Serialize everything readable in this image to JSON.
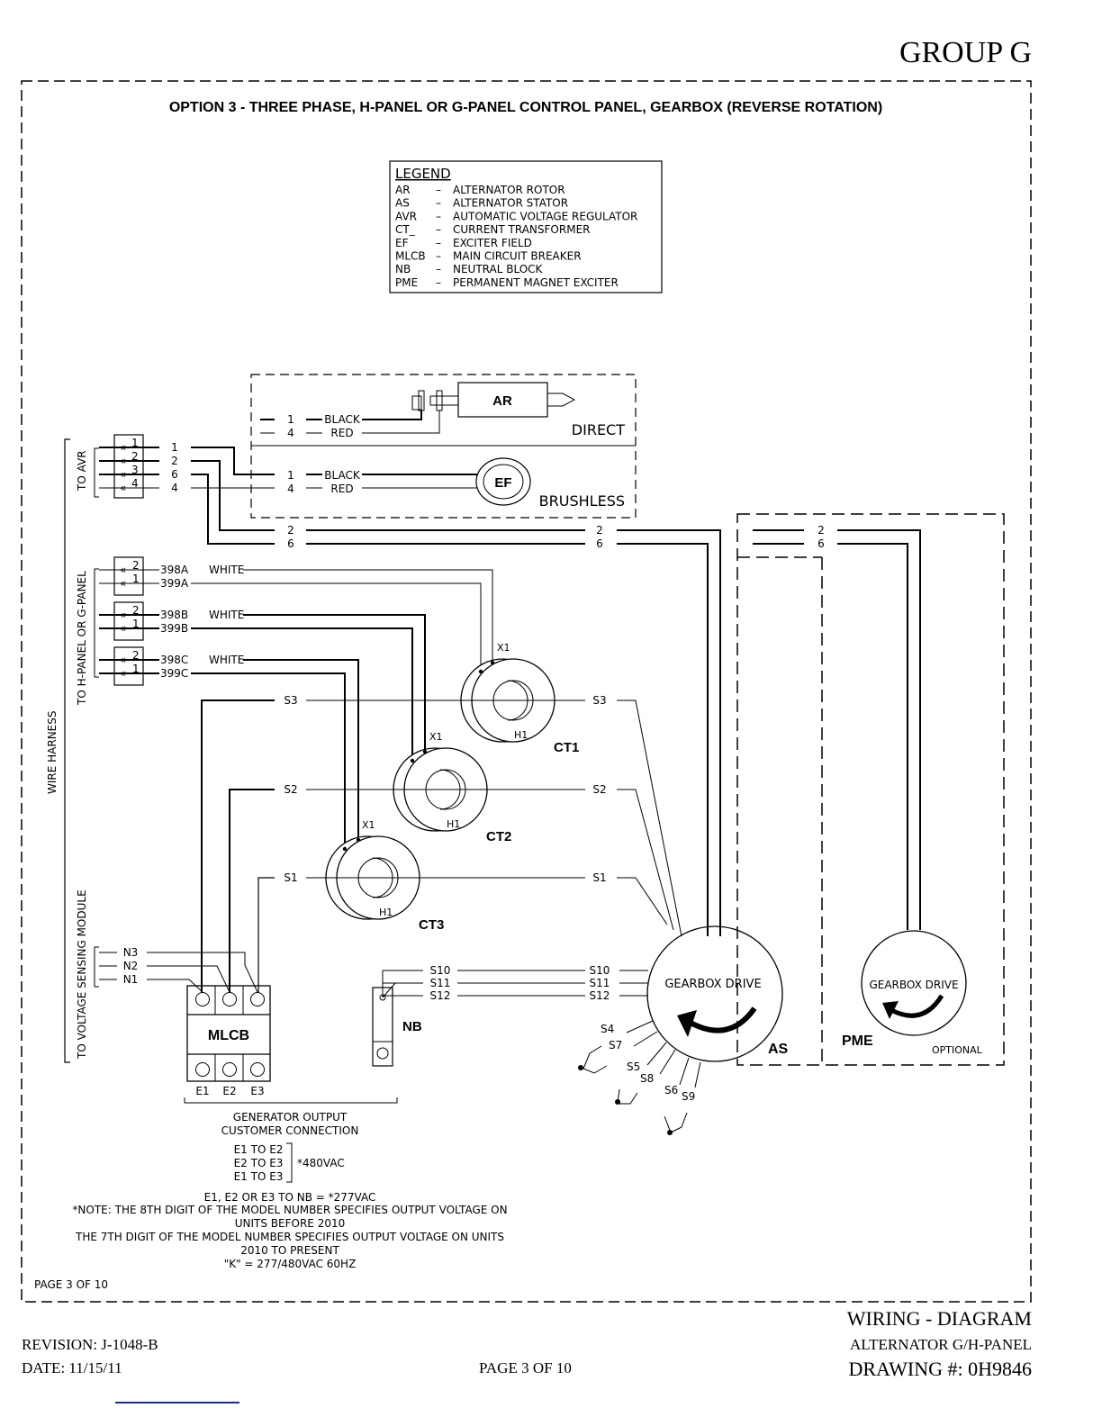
{
  "header": {
    "group": "GROUP G"
  },
  "title": "OPTION 3 - THREE PHASE, H-PANEL OR G-PANEL CONTROL PANEL, GEARBOX (REVERSE ROTATION)",
  "legend": {
    "heading": "LEGEND",
    "items": [
      {
        "abbr": "AR",
        "desc": "ALTERNATOR ROTOR"
      },
      {
        "abbr": "AS",
        "desc": "ALTERNATOR STATOR"
      },
      {
        "abbr": "AVR",
        "desc": "AUTOMATIC VOLTAGE REGULATOR"
      },
      {
        "abbr": "CT_",
        "desc": "CURRENT TRANSFORMER"
      },
      {
        "abbr": "EF",
        "desc": "EXCITER FIELD"
      },
      {
        "abbr": "MLCB",
        "desc": "MAIN CIRCUIT BREAKER"
      },
      {
        "abbr": "NB",
        "desc": "NEUTRAL BLOCK"
      },
      {
        "abbr": "PME",
        "desc": "PERMANENT MAGNET EXCITER"
      }
    ]
  },
  "side_labels": {
    "to_avr": "TO AVR",
    "to_panel": "TO H-PANEL OR G-PANEL",
    "wire_harness": "WIRE HARNESS",
    "to_vsm": "TO VOLTAGE SENSING MODULE"
  },
  "avr_connector": {
    "pins": [
      "1",
      "2",
      "3",
      "4"
    ],
    "wires": [
      "1",
      "2",
      "6",
      "4"
    ]
  },
  "rotor": {
    "direct_label": "DIRECT",
    "brushless_label": "BRUSHLESS",
    "ar": "AR",
    "ef": "EF",
    "direct_wires": [
      {
        "num": "1",
        "color": "BLACK"
      },
      {
        "num": "4",
        "color": "RED"
      }
    ],
    "brushless_wires": [
      {
        "num": "1",
        "color": "BLACK"
      },
      {
        "num": "4",
        "color": "RED"
      }
    ]
  },
  "pme_wires": [
    "2",
    "6"
  ],
  "panel_connectors": [
    {
      "pins": [
        "2",
        "1"
      ],
      "wires": [
        "398A",
        "399A"
      ],
      "color": "WHITE"
    },
    {
      "pins": [
        "2",
        "1"
      ],
      "wires": [
        "398B",
        "399B"
      ],
      "color": "WHITE"
    },
    {
      "pins": [
        "2",
        "1"
      ],
      "wires": [
        "398C",
        "399C"
      ],
      "color": "WHITE"
    }
  ],
  "cts": [
    {
      "name": "CT1",
      "x1": "X1",
      "h1": "H1",
      "s": "S3"
    },
    {
      "name": "CT2",
      "x1": "X1",
      "h1": "H1",
      "s": "S2"
    },
    {
      "name": "CT3",
      "x1": "X1",
      "h1": "H1",
      "s": "S1"
    }
  ],
  "vsm_wires": [
    "N3",
    "N2",
    "N1"
  ],
  "mlcb": {
    "label": "MLCB",
    "terminals": [
      "E1",
      "E2",
      "E3"
    ]
  },
  "nb": {
    "label": "NB"
  },
  "stator": {
    "label": "AS",
    "drive": "GEARBOX DRIVE",
    "neutral_wires": [
      "S10",
      "S11",
      "S12"
    ],
    "leads": [
      "S4",
      "S7",
      "S5",
      "S8",
      "S6",
      "S9"
    ]
  },
  "pme": {
    "label": "PME",
    "drive": "GEARBOX DRIVE",
    "optional": "OPTIONAL"
  },
  "output": {
    "heading1": "GENERATOR OUTPUT",
    "heading2": "CUSTOMER CONNECTION",
    "pairs": [
      "E1  TO  E2",
      "E2  TO  E3",
      "E1  TO  E3"
    ],
    "line_voltage": "*480VAC",
    "neutral_line": "E1, E2 OR E3 TO NB = *277VAC",
    "note1": "*NOTE:  THE 8TH DIGIT OF THE MODEL NUMBER SPECIFIES OUTPUT VOLTAGE ON",
    "note2": "UNITS BEFORE 2010",
    "note3": "THE 7TH DIGIT OF THE MODEL NUMBER SPECIFIES OUTPUT VOLTAGE ON UNITS",
    "note4": "2010 TO PRESENT",
    "note5": "\"K\" = 277/480VAC 60HZ"
  },
  "inner_page": "PAGE 3 OF 10",
  "footer": {
    "title": "WIRING - DIAGRAM",
    "subtitle": "ALTERNATOR G/H-PANEL",
    "drawing": "DRAWING #: 0H9846",
    "revision": "REVISION: J-1048-B",
    "date": "DATE: 11/15/11",
    "page": "PAGE 3 OF 10"
  }
}
